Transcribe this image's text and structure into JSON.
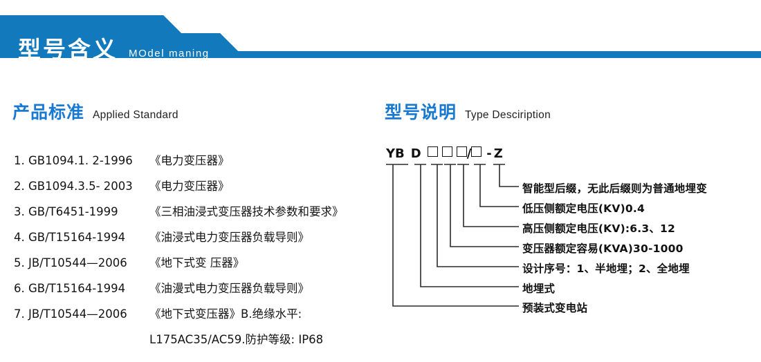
{
  "banner": {
    "title": "型号含义",
    "subtitle": "MOdel maning",
    "color": "#1279bd"
  },
  "sections": {
    "standard": {
      "cn": "产品标准",
      "en": "Applied Standard",
      "accent": "#1879d2"
    },
    "type": {
      "cn": "型号说明",
      "en": "Type Desciription",
      "accent": "#1879d2"
    }
  },
  "standards": [
    {
      "code": "1. GB1094.1. 2-1996",
      "name": "《电力变压器》"
    },
    {
      "code": "2. GB1094.3.5- 2003",
      "name": "《电力变压器》"
    },
    {
      "code": "3. GB/T6451-1999",
      "name": "《三相油浸式变压器技术参数和要求》"
    },
    {
      "code": "4. GB/T15164-1994",
      "name": "《油浸式电力变压器负载导则》"
    },
    {
      "code": "5. JB/T10544—2006",
      "name": "《地下式变 压器》"
    },
    {
      "code": "6. GB/T15164-1994",
      "name": "《油漫式电力变压器负载导则》"
    },
    {
      "code": "7. JB/T10544—2006",
      "name": "《地下式变压器》B.绝缘水平:"
    },
    {
      "code": "",
      "name": "L175AC35/AC59.防护等级: IP68"
    }
  ],
  "type_code": {
    "parts": [
      "YB",
      "D",
      "□",
      "□",
      "□",
      "/",
      "□",
      "-",
      "Z"
    ],
    "display": "YB D □□□/□ -Z"
  },
  "type_labels": [
    "智能型后缀，无此后缀则为普通地埋变",
    "低压侧额定电压(KV)0.4",
    "高压侧额定电压(KV):6.3、12",
    "变压器额定容易(KVA)30-1000",
    "设计序号：1、半地埋；2、全地埋",
    "地埋式",
    "预装式变电站"
  ]
}
